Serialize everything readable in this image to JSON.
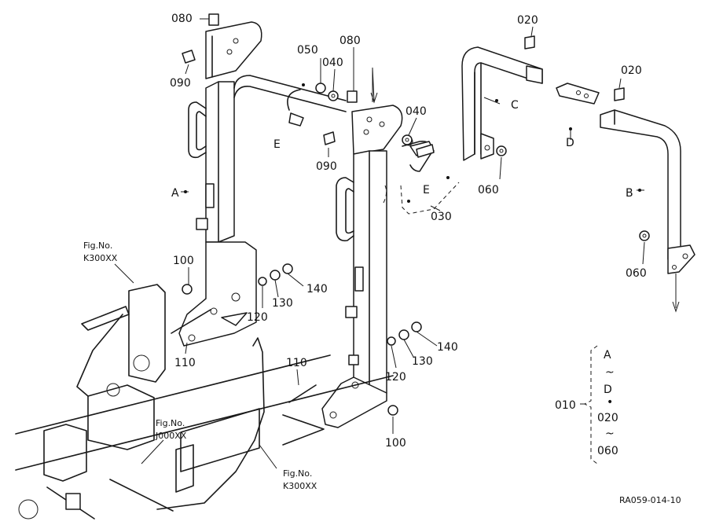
{
  "part_numbers": {
    "p010": "010",
    "p020a": "020",
    "p020b": "020",
    "p030": "030",
    "p040a": "040",
    "p040b": "040",
    "p050": "050",
    "p060a": "060",
    "p060b": "060",
    "p080a": "080",
    "p080b": "080",
    "p090a": "090",
    "p090b": "090",
    "p100a": "100",
    "p100b": "100",
    "p110a": "110",
    "p110b": "110",
    "p120a": "120",
    "p120b": "120",
    "p130a": "130",
    "p130b": "130",
    "p140a": "140",
    "p140b": "140"
  },
  "letters": {
    "A": "A",
    "B": "B",
    "C": "C",
    "D": "D",
    "E1": "E",
    "E2": "E"
  },
  "fig_refs": {
    "ref1_title": "Fig.No.",
    "ref1_code": "K300XX",
    "ref2_title": "Fig.No.",
    "ref2_code": "J000XX",
    "ref3_title": "Fig.No.",
    "ref3_code": "K300XX"
  },
  "legend": {
    "from": "A",
    "tilde1": "~",
    "to": "D",
    "dot": "•",
    "from2": "020",
    "tilde2": "~",
    "to2": "060",
    "assembly": "010"
  },
  "drawing_code": "RA059-014-10"
}
